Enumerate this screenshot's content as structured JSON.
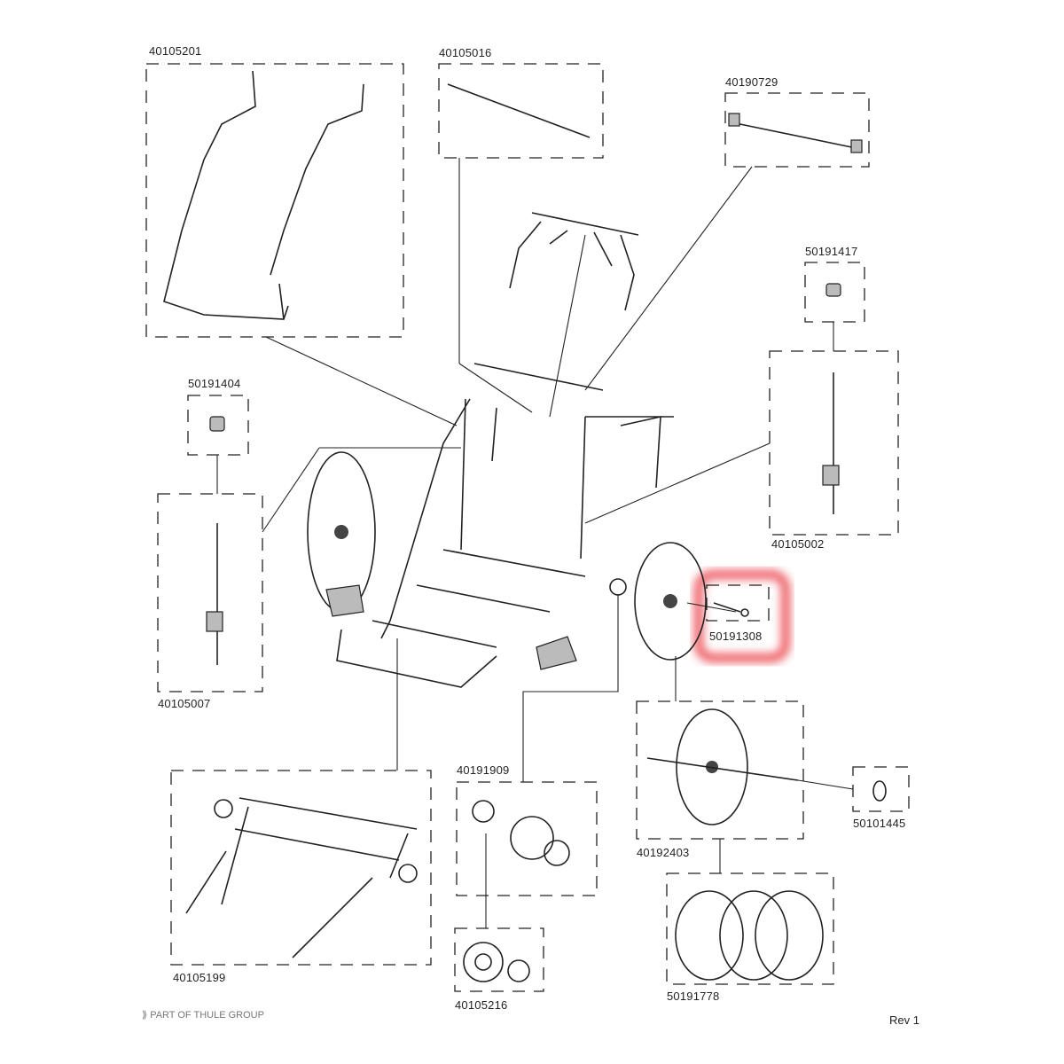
{
  "parts": [
    {
      "id": "40105201"
    },
    {
      "id": "40105016"
    },
    {
      "id": "40190729"
    },
    {
      "id": "50191417"
    },
    {
      "id": "50191404"
    },
    {
      "id": "40105002"
    },
    {
      "id": "40105007"
    },
    {
      "id": "50191308",
      "highlighted": true
    },
    {
      "id": "40191909"
    },
    {
      "id": "40192403"
    },
    {
      "id": "50101445"
    },
    {
      "id": "40105199"
    },
    {
      "id": "40105216"
    },
    {
      "id": "50191778"
    }
  ],
  "footer": {
    "brand": "PART OF THULE GROUP",
    "revision": "Rev 1"
  },
  "colors": {
    "highlight": "#e8303a",
    "line": "#222222"
  }
}
